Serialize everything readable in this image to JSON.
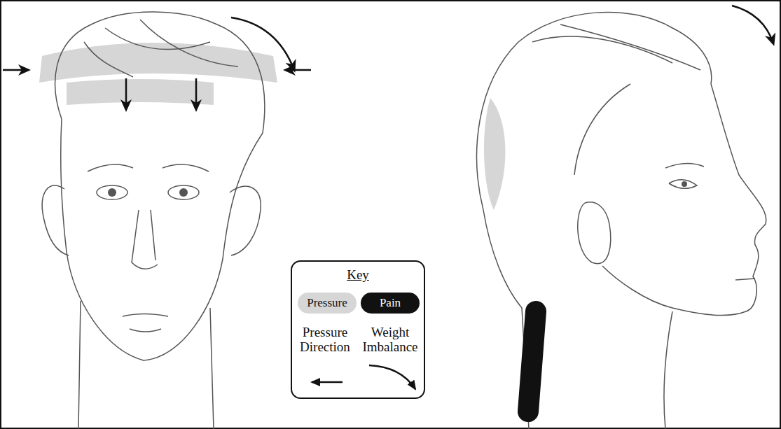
{
  "diagram": {
    "labels": [
      "Key"
    ],
    "legend": [
      {
        "text": "Pressure",
        "color": "#d6d6d6"
      },
      {
        "text": "Pain",
        "color": "#111111"
      },
      {
        "text": "Pressure Direction"
      },
      {
        "text": "Weight Imbalance"
      }
    ]
  }
}
